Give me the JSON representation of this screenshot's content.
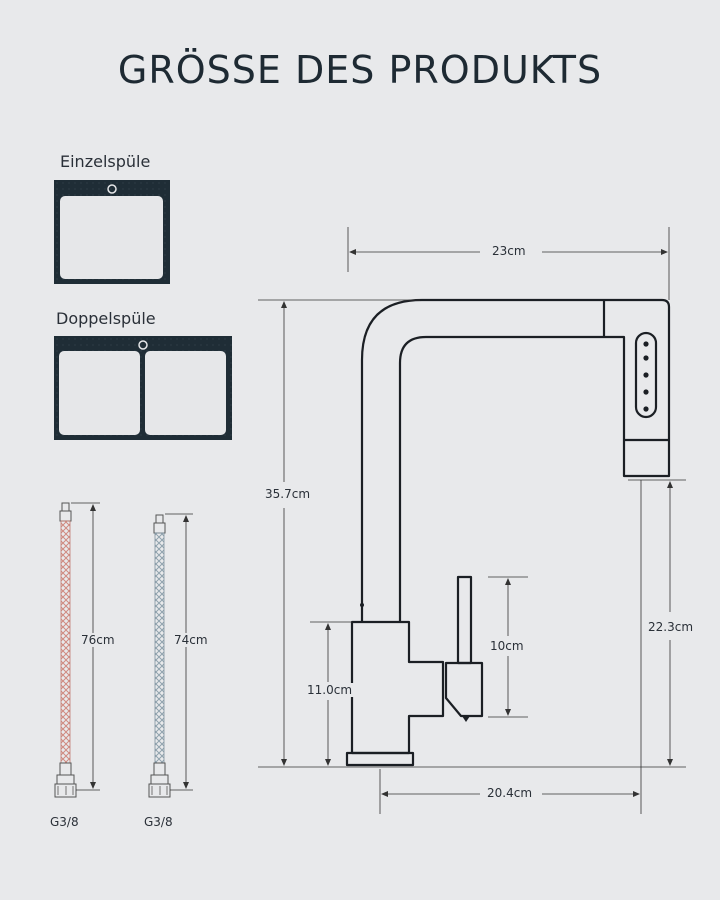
{
  "title": "GRÖSSE DES PRODUKTS",
  "sinks": {
    "single_label": "Einzelspüle",
    "double_label": "Doppelspüle"
  },
  "hoses": {
    "hose1_length": "76cm",
    "hose1_thread": "G3/8",
    "hose2_length": "74cm",
    "hose2_thread": "G3/8"
  },
  "faucet": {
    "width_top": "23cm",
    "height_total": "35.7cm",
    "spout_height": "22.3cm",
    "base_height": "11.0cm",
    "handle_length": "10cm",
    "reach": "20.4cm"
  },
  "colors": {
    "background": "#e8e9eb",
    "sink_frame": "#1f2d36",
    "sink_basin": "#e6e7e9",
    "hose_red": "#d08a80",
    "hose_blue": "#8fa2ad"
  }
}
